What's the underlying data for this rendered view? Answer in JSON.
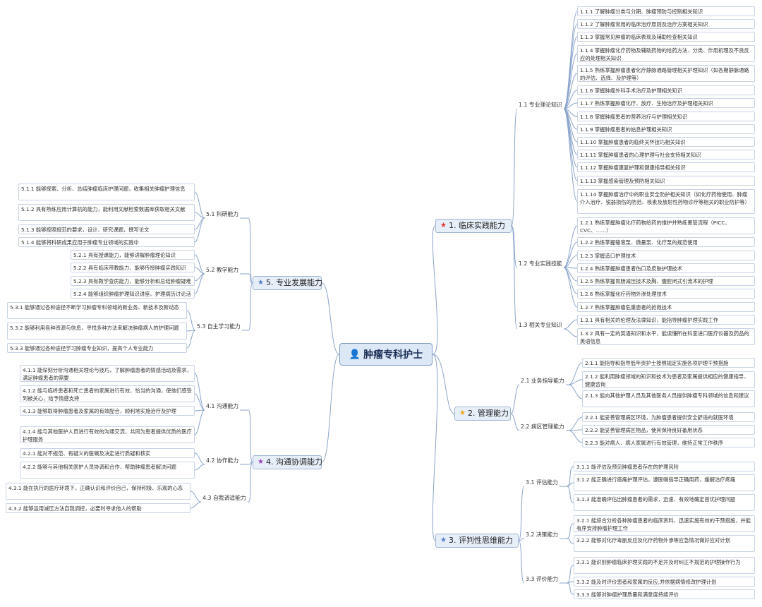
{
  "root": {
    "title": "肿瘤专科护士",
    "icon": "person-icon"
  },
  "colors": {
    "line": "#8aa4cc",
    "star_red": "#e0332f",
    "star_orange": "#f2a31a",
    "star_blue": "#4d7cc7",
    "star_purple": "#9b3fc0"
  },
  "branches": [
    {
      "label": "1. 临床实践能力",
      "star_color": "#e0332f",
      "groups": [
        {
          "label": "1.1 专业理论知识",
          "items": [
            "1.1.1 了解肿瘤分类与分期、肿瘤预防与控制相关知识",
            "1.1.2 了解肿瘤常用的临床治疗原则及治疗方案相关知识",
            "1.1.3 掌握常见肿瘤的临床表现及辅助检查相关知识",
            "1.1.4 掌握肿瘤化疗药物及辅助药物的给药方法、分类、作用机理及不良反应的处理相关知识",
            "1.1.5 熟练掌握肿瘤患者化疗静脉通路管理相关护理知识（如各期静脉通路的评估、选择、及护理等）",
            "1.1.6 掌握肿瘤外科手术治疗及护理相关知识",
            "1.1.7 熟练掌握肿瘤化疗、放疗、生物治疗及护理相关知识",
            "1.1.8 掌握肿瘤患者的营养治疗与护理相关知识",
            "1.1.9 掌握肿瘤患者的姑息护理相关知识",
            "1.1.10 掌握肿瘤患者的临终关怀技巧相关知识",
            "1.1.11 掌握肿瘤患者的心理护理与社会支持相关知识",
            "1.1.12 掌握肿瘤康复护理和健康指导相关知识",
            "1.1.13 掌握感染管理及预防相关知识",
            "1.1.14 掌握肿瘤治疗中的职业安全防护相关知识（如化疗药物使用、肿瘤介入治疗、锐器损伤的防范、核素及放射性药物诊疗等相关的职业防护等）"
          ]
        },
        {
          "label": "1.2 专业实践技能",
          "items": [
            "1.2.1 熟练掌握肿瘤化疗药物给药的维护并熟练置管流程（PICC、CVC、……）",
            "1.2.2 熟练掌握输液泵、微量泵、化疗泵的规范使用",
            "1.2.3 掌握造口护理技术",
            "1.2.4 熟练掌握肿瘤患者伤口及皮肤护理技术",
            "1.2.5 熟练掌握胃肠减压技术及胸、腹腔闭式引流术的护理",
            "1.2.6 熟练掌握化疗药物外渗处理技术",
            "1.2.7 熟练掌握肿瘤危重患者的抢救技术"
          ]
        },
        {
          "label": "1.3 相关专业知识",
          "items": [
            "1.3.1 具有相关的伦理及法律知识，能指导肿瘤护理实践工作",
            "1.3.2 具有一定的英语知识和水平，能读懂所在科室进口医疗仪器及药品的英语信息"
          ]
        }
      ]
    },
    {
      "label": "2. 管理能力",
      "star_color": "#f2a31a",
      "groups": [
        {
          "label": "2.1 业务指导能力",
          "items": [
            "2.1.1 能指导和指导低年资护士按照规定实施各项护理干预措施",
            "2.1.2 能利用肿瘤领域的知识和技术为患者及家属提供相应的健康指导、健康咨询",
            "2.1.3 能向其他护理人员及其他医务人员提供肿瘤专科领域的信息和建议"
          ]
        },
        {
          "label": "2.2 病区管理能力",
          "items": [
            "2.2.1 能妥善管理病区环境，为肿瘤患者提供安全舒适的就医环境",
            "2.2.2 能妥善管理病区物品，使其保持良好备用状态",
            "2.2.3 能对病人、病人家属进行有效管理，维持正常工作秩序"
          ]
        }
      ]
    },
    {
      "label": "3. 评判性思维能力",
      "star_color": "#4d7cc7",
      "groups": [
        {
          "label": "3.1 评估能力",
          "items": [
            "3.1.1 能评估及预见肿瘤患者存在的护理风险",
            "3.1.2 能正确进行癌痛护理评估，遵医嘱指导正确用药，缓解治疗疼痛",
            "3.1.3 能准确评估出肿瘤患者的需求，迅速、有效地确定首优护理问题"
          ]
        },
        {
          "label": "3.2 决策能力",
          "items": [
            "3.2.1 能综合分析各种肿瘤患者的临床资料，迅速实施有效的干预措施，并能有序安排肿瘤护理工作",
            "3.2.2 能够对化疗毒副反应及化疗药物外渗等应急情况做好应对计划"
          ]
        },
        {
          "label": "3.3 评价能力",
          "items": [
            "3.3.1 能识别肿瘤临床护理实践的不足并及时纠正不规范的护理操作行为",
            "3.3.2 能及时评价患者和家属的反应,并依据病情修改护理计划",
            "3.3.3 能够对肿瘤护理质量和满意度持续评价"
          ]
        }
      ]
    },
    {
      "label": "4. 沟通协调能力",
      "star_color": "#9b3fc0",
      "groups": [
        {
          "label": "4.1 沟通能力",
          "items": [
            "4.1.1 能深刻分析沟通相关理论与技巧，了解肿瘤患者的情感活动及需求，满足肿瘤患者的需要",
            "4.1.2 能与临终患者和死亡患者的家属进行有效、恰当的沟通，使他们感受到被关心，给予情感支持",
            "4.1.3 能够取得肿瘤患者及家属的有效配合，顺利地实施治疗及护理",
            "4.1.4 能与其他医护人员进行有效的沟通交流，共同为患者提供优质的医疗护理服务"
          ]
        },
        {
          "label": "4.2 协作能力",
          "items": [
            "4.2.1 能对不规范、有疑义的医嘱及决定进行质疑和核实",
            "4.2.2 能够与其他相关医护人员协调和合作，帮助肿瘤患者解决问题"
          ]
        },
        {
          "label": "4.3 自我调适能力",
          "items": [
            "4.3.1 能在执行的医疗环境下，正确认识和评价自己，保持积极、乐观的心态",
            "4.3.2 能够运用减压方法自我调控，必要时寻求他人的帮助"
          ]
        }
      ]
    },
    {
      "label": "5. 专业发展能力",
      "star_color": "#4d7cc7",
      "groups": [
        {
          "label": "5.1 科研能力",
          "items": [
            "5.1.1 能够探索、分析、总结肿瘤临床护理问题，收集相关肿瘤护理信息",
            "5.1.2 具有熟练应用计算机的能力，能利用文献检索数据库获取相关文献",
            "5.1.3 能够按照规范的要求，设计、研究课题，撰写论文",
            "5.1.4 能够将科研成果应用于肿瘤专业领域的实践中"
          ]
        },
        {
          "label": "5.2 教学能力",
          "items": [
            "5.2.1 具有授课能力，能够讲解肿瘤理论知识",
            "5.2.2 具有临床带教能力，能够传授肿瘤实践知识",
            "5.2.3 具有教学查房能力，能够分析和总结肿瘤疑难病例",
            "5.2.4 能够组织肿瘤护理知识讲座、护理病历讨论活动"
          ]
        },
        {
          "label": "5.3 自主学习能力",
          "items": [
            "5.3.1 能够通过各种途径不断学习肿瘤专科领域的新业务、新技术及新动态",
            "5.3.2 能够利用各种资源与信息，寻找多种方法来解决肿瘤病人的护理问题",
            "5.3.3 能够通过各种途径学习肿瘤专业知识，提高个人专业能力"
          ]
        }
      ]
    }
  ]
}
